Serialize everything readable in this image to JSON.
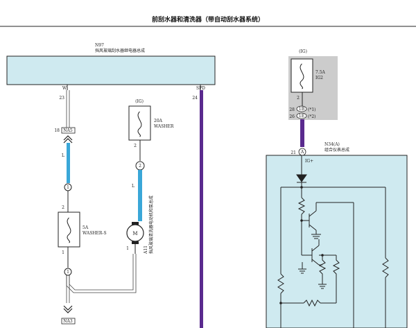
{
  "title": "前刮水器和清洗器（带自动刮水器系统）",
  "n97": {
    "code": "N97",
    "name": "挡风玻璃刮水器继电器总成",
    "pin_w": "W",
    "pin_spd": "SPD",
    "pin_w_no": "23",
    "pin_spd_no": "24"
  },
  "connectors": {
    "na5_no": "18",
    "na5": "NA5",
    "na3": "NA3"
  },
  "wire_l_top": "L",
  "wire_l_mid": "L",
  "ig_left": "(IG)",
  "fuse_washer": {
    "rating": "20A",
    "name": "WASHER",
    "pin": "2",
    "joint": "2"
  },
  "fuse_washer_s": {
    "rating": "5A",
    "name": "WASHER-S",
    "pin_top": "2",
    "pin_bottom": "1"
  },
  "splice_top_pin": "1",
  "splice_bottom_pin": "1",
  "motor": {
    "symbol": "M",
    "pin": "1",
    "code": "A11",
    "name": "挡风玻璃清洗器电动机和泵总成"
  },
  "ig_right": "(IG)",
  "fuse_ig2": {
    "rating": "7.5A",
    "name": "IG2",
    "pin": "2"
  },
  "jc_pins": [
    {
      "no": "28",
      "conn": "1B",
      "note": "(*1)"
    },
    {
      "no": "26",
      "conn": "1E",
      "note": "(*2)"
    }
  ],
  "n34": {
    "code": "N34(A)",
    "name": "组合仪表总成",
    "pin_no": "21",
    "pin_letter": "A",
    "pin_name": "IG+"
  },
  "colors": {
    "relay_fill": "#cfeaf0",
    "cluster_fill": "#cfeaf0",
    "wire_purple": "#5a2a8e",
    "wire_blue": "#3aa7d8",
    "gray_panel": "#cccccc"
  }
}
